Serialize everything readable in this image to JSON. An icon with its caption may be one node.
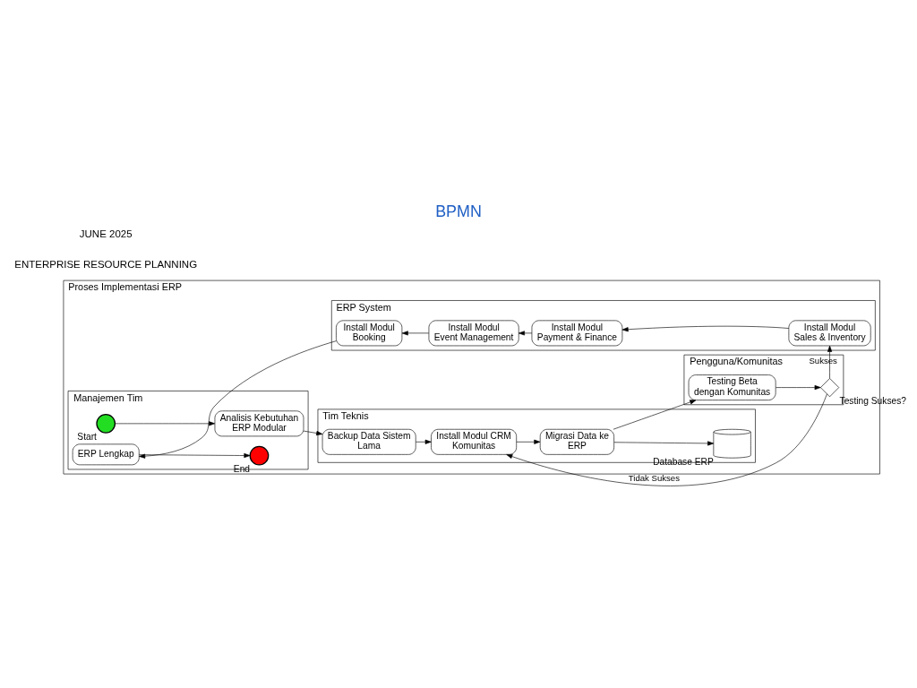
{
  "diagram": {
    "title": "BPMN",
    "nodes": [
      {
        "text": [
          "Proses Implementasi ERP"
        ]
      },
      {
        "text": [
          "Manajemen Tim"
        ],
        "in": 0
      },
      {
        "text": [
          "Tim Teknis"
        ],
        "in": 0
      },
      {
        "text": [
          "Pengguna/Komunitas"
        ],
        "in": 0
      },
      {
        "text": [
          "ERP System"
        ],
        "in": 0
      },
      {
        "text": [],
        "shape": "circle",
        "beside": [
          "Start"
        ],
        "in": 1
      },
      {
        "text": [
          "Analisis Kebutuhan ERP Modular"
        ],
        "in": 1
      },
      {
        "text": [
          "ERP Lengkap"
        ],
        "in": 1
      },
      {
        "text": [],
        "shape": "circle",
        "beside": [
          "End"
        ],
        "in": 1
      },
      {
        "text": [
          "Backup Data Sistem Lama"
        ],
        "in": 2
      },
      {
        "text": [
          "Install Modul CRM Komunitas"
        ],
        "in": 2
      },
      {
        "text": [
          "Migrasi Data ke ERP"
        ],
        "in": 2
      },
      {
        "text": [],
        "shape": "cylinder",
        "beside": [
          "Database ERP"
        ],
        "in": 2
      },
      {
        "text": [],
        "shape": "diamond",
        "beside": [
          "Testing Sukses?"
        ],
        "in": 3
      },
      {
        "text": [
          "Testing Beta dengan Komunitas"
        ],
        "in": 3
      },
      {
        "text": [
          "Install Modul Booking"
        ],
        "in": 4
      },
      {
        "text": [
          "Install Modul Event Management"
        ],
        "in": 4
      },
      {
        "text": [
          "Install Modul Payment & Finance"
        ],
        "in": 4
      },
      {
        "text": [
          "Install Modul Sales & Inventory"
        ],
        "in": 4
      }
    ],
    "edges": [
      {
        "from": 5,
        "to": 6,
        "arrow": "to"
      },
      {
        "from": 6,
        "to": 9,
        "arrow": "to"
      },
      {
        "from": 9,
        "to": 10,
        "arrow": "to"
      },
      {
        "from": 10,
        "to": 11,
        "arrow": "to"
      },
      {
        "from": 11,
        "to": 12,
        "arrow": "to"
      },
      {
        "from": 11,
        "to": 14,
        "arrow": "to"
      },
      {
        "from": 14,
        "to": 13,
        "arrow": "to"
      },
      {
        "from": 13,
        "to": 10,
        "arrow": "to",
        "label": "Tidak Sukses"
      },
      {
        "from": 13,
        "to": 18,
        "arrow": "to",
        "label": "Sukses"
      },
      {
        "from": 18,
        "to": 17,
        "arrow": "to"
      },
      {
        "from": 17,
        "to": 16,
        "arrow": "to"
      },
      {
        "from": 16,
        "to": 15,
        "arrow": "to"
      },
      {
        "from": 15,
        "to": 7,
        "arrow": "to"
      },
      {
        "from": 7,
        "to": 8,
        "arrow": "to"
      }
    ],
    "labels": [
      "ENTERPRISE RESOURCE PLANNING",
      "JUNE 2025"
    ]
  }
}
